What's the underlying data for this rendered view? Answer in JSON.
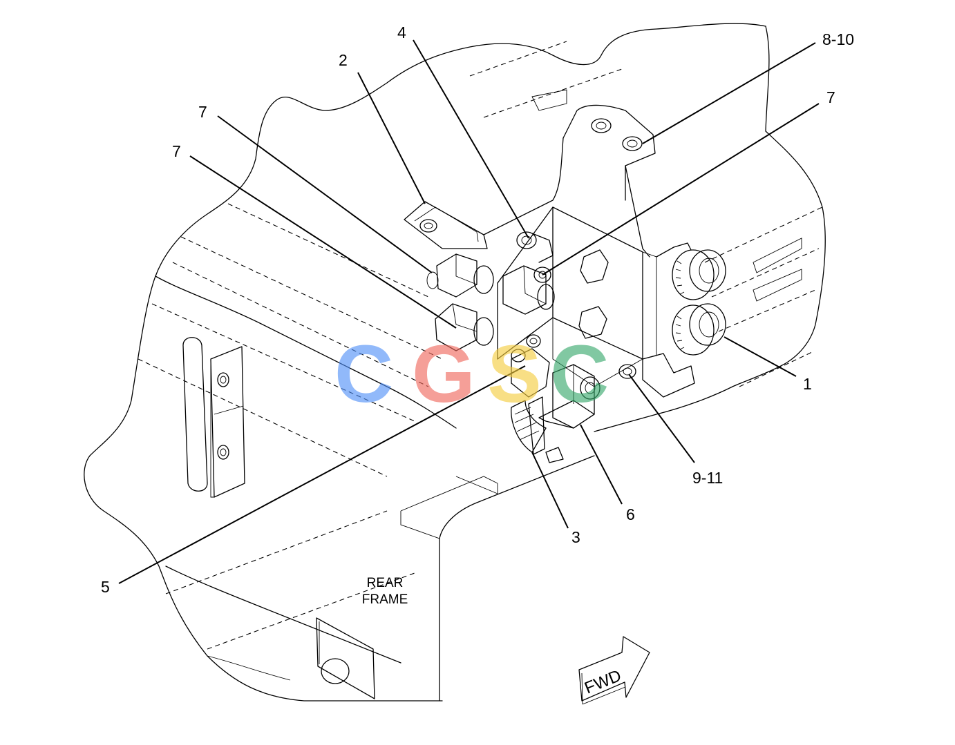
{
  "callouts": [
    {
      "id": "c1",
      "label": "1"
    },
    {
      "id": "c2",
      "label": "2"
    },
    {
      "id": "c3",
      "label": "3"
    },
    {
      "id": "c4",
      "label": "4"
    },
    {
      "id": "c5",
      "label": "5"
    },
    {
      "id": "c6",
      "label": "6"
    },
    {
      "id": "c7a",
      "label": "7"
    },
    {
      "id": "c7b",
      "label": "7"
    },
    {
      "id": "c7c",
      "label": "7"
    },
    {
      "id": "c8",
      "label": "8-10"
    },
    {
      "id": "c9",
      "label": "9-11"
    }
  ],
  "frame_label": {
    "line1": "REAR",
    "line2": "FRAME"
  },
  "direction_arrow": {
    "label": "FWD"
  },
  "watermark": {
    "letters": [
      {
        "char": "C",
        "color": "#4f8ff7"
      },
      {
        "char": "G",
        "color": "#f0665a"
      },
      {
        "char": "S",
        "color": "#f5cc3c"
      },
      {
        "char": "C",
        "color": "#35a86a"
      }
    ]
  }
}
